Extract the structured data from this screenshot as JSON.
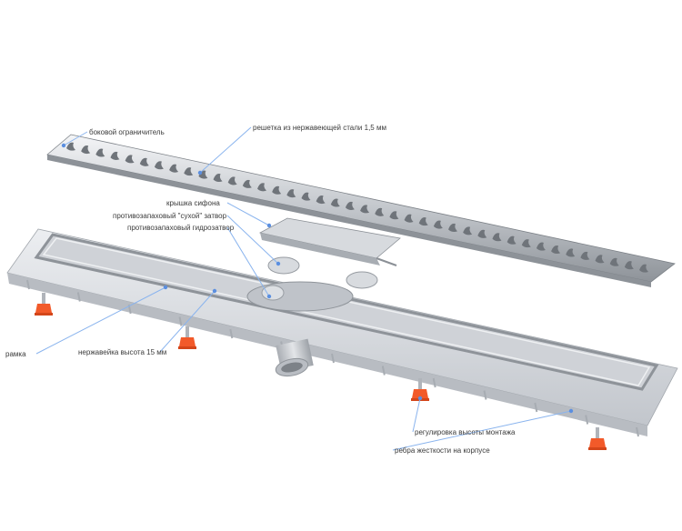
{
  "labels": {
    "side_limiter": "боковой ограничитель",
    "grate": "решетка из нержавеющей стали 1,5 мм",
    "siphon_cover": "крышка сифона",
    "dry_shutter": "противозапаховый \"сухой\" затвор",
    "hydro_shutter": "противозапаховый гидрозатвор",
    "frame": "рамка",
    "steel_height": "нержавейка высота 15 мм",
    "height_adjust": "регулировка высоты монтажа",
    "ribs": "ребра жесткости на корпусе"
  },
  "colors": {
    "leader": "#8ab4ee",
    "dot": "#5b8fe0",
    "feet": "#f25a2a",
    "body": "#d6d9de",
    "steel": "#c9ccd1"
  }
}
